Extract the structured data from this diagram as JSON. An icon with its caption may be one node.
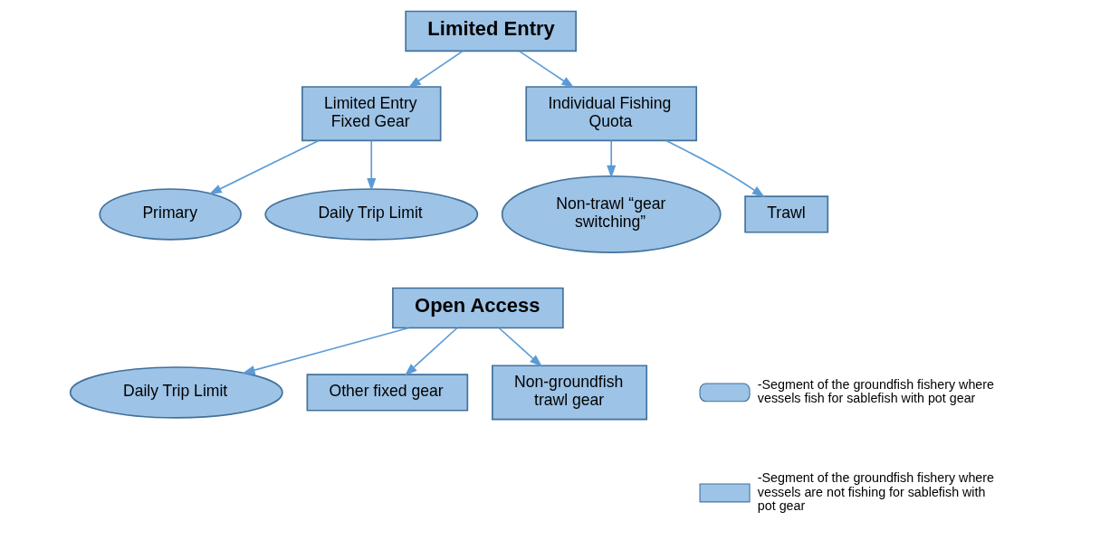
{
  "diagram": {
    "nodes": [
      {
        "text": [
          "Limited Entry"
        ]
      },
      {
        "text": [
          "Limited Entry Fixed Gear"
        ]
      },
      {
        "text": [
          "Individual Fishing Quota"
        ]
      },
      {
        "text": [
          "Primary"
        ]
      },
      {
        "text": [
          "Daily Trip Limit"
        ]
      },
      {
        "text": [
          "Non-trawl “gear switching”"
        ]
      },
      {
        "text": [
          "Trawl"
        ]
      },
      {
        "text": [
          "Daily Trip Limit"
        ]
      },
      {
        "text": [
          "Other fixed gear"
        ]
      },
      {
        "text": [
          "Non-groundfish trawl gear"
        ]
      },
      {
        "text": [
          "Open Access"
        ]
      }
    ],
    "edges": [
      {
        "from": 0,
        "to": 1,
        "arrow": "to"
      },
      {
        "from": 0,
        "to": 2,
        "arrow": "to"
      },
      {
        "from": 1,
        "to": 3,
        "arrow": "to"
      },
      {
        "from": 1,
        "to": 4,
        "arrow": "to"
      },
      {
        "from": 2,
        "to": 5,
        "arrow": "to"
      },
      {
        "from": 2,
        "to": 6,
        "arrow": "to"
      },
      {
        "from": 10,
        "to": 7,
        "arrow": "to"
      },
      {
        "from": 10,
        "to": 8,
        "arrow": "to"
      },
      {
        "from": 10,
        "to": 9,
        "arrow": "to"
      }
    ],
    "legend": [
      {
        "text": "-Segment of the groundfish fishery where vessels fish for sablefish with pot gear"
      },
      {
        "text": "-Segment of the groundfish fishery where vessels are not fishing for sablefish with pot gear"
      }
    ]
  }
}
